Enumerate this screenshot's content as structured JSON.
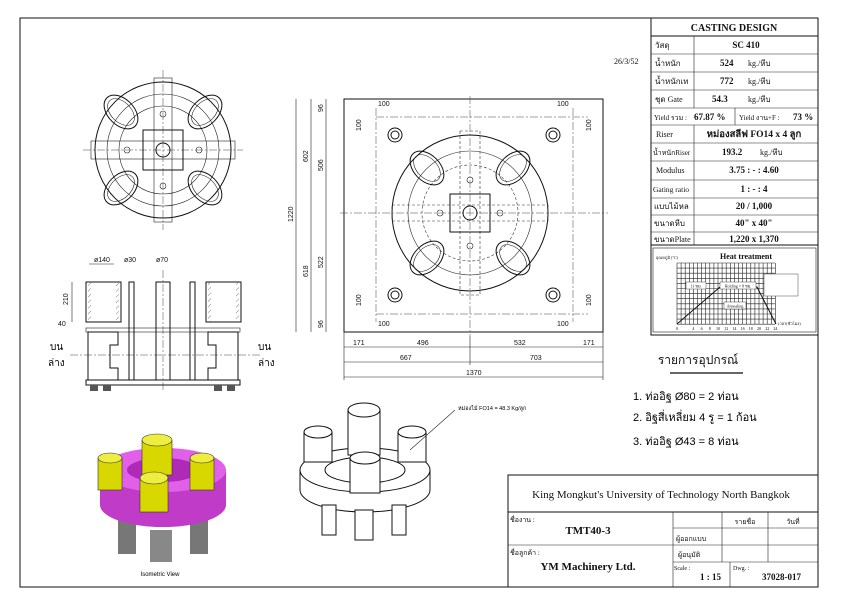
{
  "date": "26/3/52",
  "spec_table": {
    "title": "CASTING DESIGN",
    "rows": [
      {
        "label": "วัสดุ",
        "value": "SC 410",
        "unit": ""
      },
      {
        "label": "น้ำหนัก",
        "value": "524",
        "unit": "kg./หีบ"
      },
      {
        "label": "น้ำหนักเท",
        "value": "772",
        "unit": "kg./หีบ"
      },
      {
        "label": "ชุด Gate",
        "value": "54.3",
        "unit": "kg./หีบ"
      }
    ],
    "yield_label": "Yield รวม :",
    "yield_value": "67.87 %",
    "yield_f_label": "Yield งาน+F :",
    "yield_f_value": "73 %",
    "rows2": [
      {
        "label": "Riser",
        "value": "หม่องสลีฟ FO14 x 4 ลูก",
        "unit": ""
      },
      {
        "label": "น้ำหนักRiser",
        "value": "193.2",
        "unit": "kg./หีบ"
      },
      {
        "label": "Modulus",
        "value": "3.75 : - : 4.60",
        "unit": ""
      },
      {
        "label": "Gating ratio",
        "value": "1 : - : 4",
        "unit": ""
      },
      {
        "label": "แบบไม้หล",
        "value": "20 / 1,000",
        "unit": ""
      },
      {
        "label": "ขนาดหีบ",
        "value": "40\" x 40\"",
        "unit": ""
      },
      {
        "label": "ขนาดPlate",
        "value": "1,220 x 1,370",
        "unit": ""
      }
    ]
  },
  "heat_treatment": {
    "title": "Heat treatment",
    "ylabel": "อุณหภูมิ (°C)",
    "xlabel": "เวลา(ชั่วโมง)",
    "x_ticks": [
      "0",
      "4",
      "6",
      "8",
      "10",
      "12",
      "14",
      "16",
      "18",
      "20",
      "22",
      "24"
    ],
    "labels": [
      "11 ชม.",
      "Holding = 8 ชม.",
      "Annealing"
    ]
  },
  "equipment": {
    "title": "รายการอุปกรณ์",
    "items": [
      "1. ท่ออิฐ Ø80  =  2 ท่อน",
      "2. อิฐสี่เหลี่ยม  4 รู  = 1 ก้อน",
      "3. ท่ออิฐ Ø43  =  8 ท่อน"
    ]
  },
  "riser_note": "หม่องไม้ FO14 = 48.3 Kg/ลูก",
  "iso_label": "Isometric View",
  "section_view": {
    "dims": [
      "ø140",
      "ø30",
      "ø70",
      "210",
      "40"
    ],
    "upper": "บน",
    "lower": "ล่าง"
  },
  "plate_view": {
    "vertical_dims": [
      "1220",
      "602",
      "618",
      "506",
      "522",
      "96",
      "96"
    ],
    "hole_dims": [
      "100",
      "100",
      "100",
      "100",
      "100",
      "100",
      "100",
      "100"
    ],
    "horizontal_dims": [
      "171",
      "496",
      "532",
      "171",
      "667",
      "703",
      "1370"
    ]
  },
  "title_block": {
    "institution": "King Mongkut's University of Technology North Bangkok",
    "job_label": "ชื่องาน :",
    "job": "TMT40-3",
    "customer_label": "ชื่อลูกค้า :",
    "customer": "YM Machinery Ltd.",
    "name_col": "รายชื่อ",
    "date_col": "วันที่",
    "designer": "ผู้ออกแบบ",
    "approver": "ผู้อนุมัติ",
    "scale_label": "Scale :",
    "scale": "1 : 15",
    "dwg_label": "Dwg. :",
    "dwg": "37028-017"
  }
}
